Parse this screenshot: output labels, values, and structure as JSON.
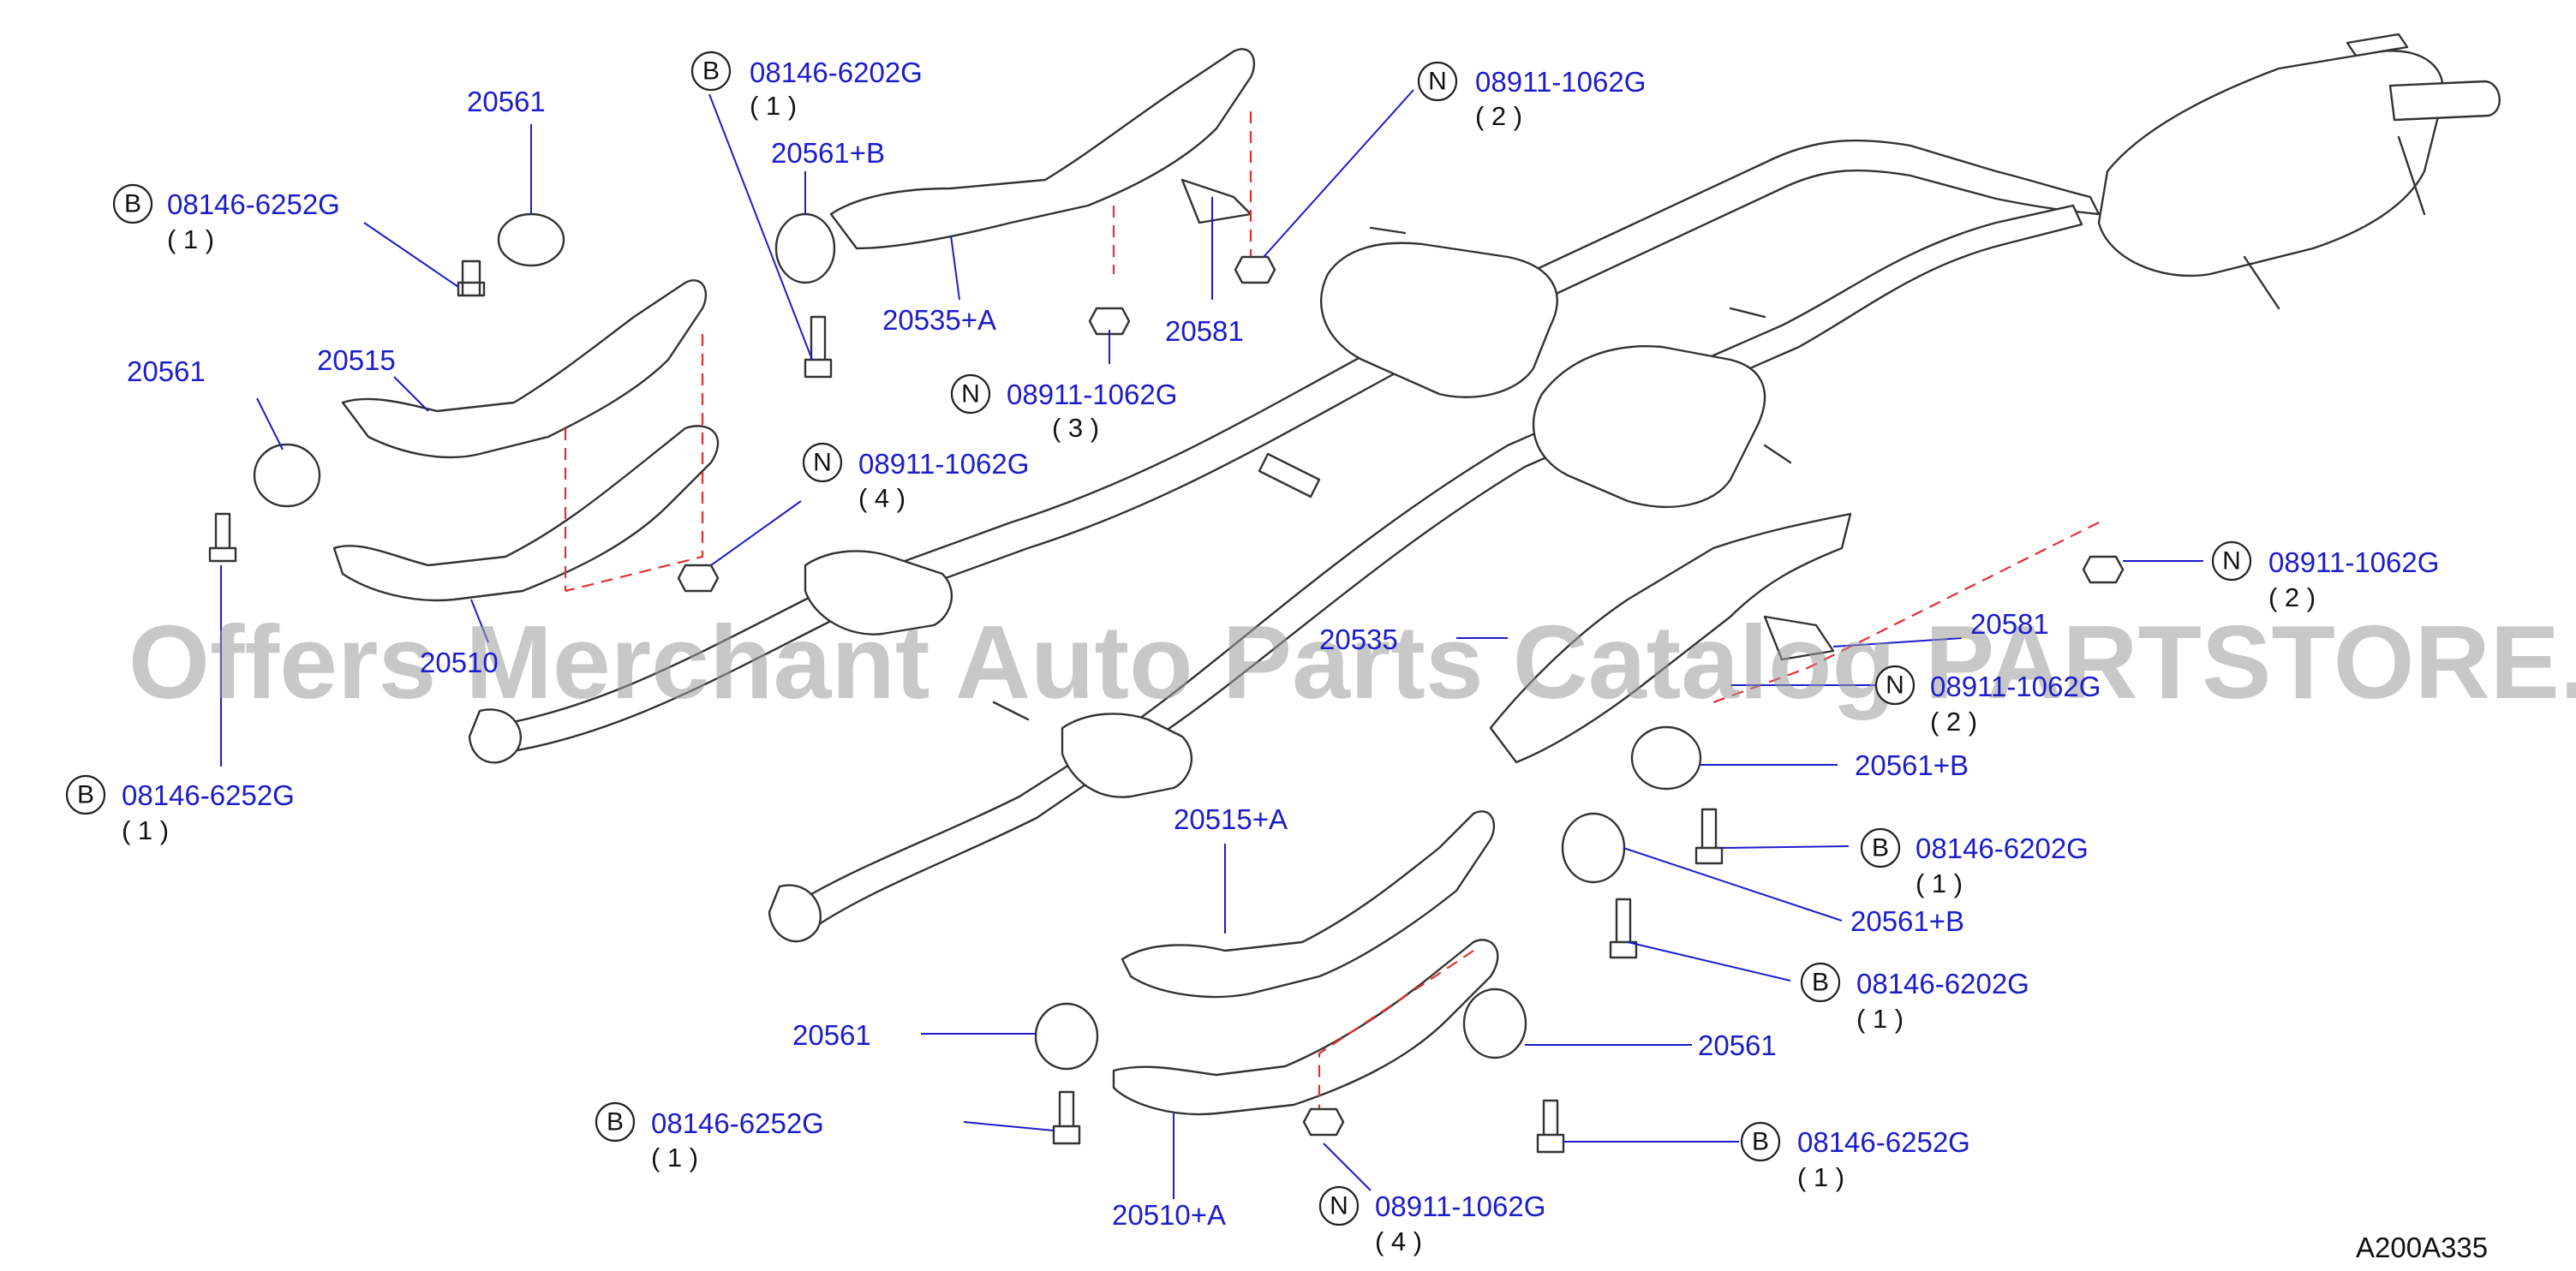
{
  "labels": {
    "l1": "20561",
    "l2": "08146-6252G",
    "l3": "( 1 )",
    "l4": "08146-6202G",
    "l5": "( 1 )",
    "l6": "20561+B",
    "l7": "20535+A",
    "l8": "08911-1062G",
    "l9": "( 2 )",
    "l10": "20581",
    "l11": "08911-1062G",
    "l12": "( 3 )",
    "l13": "20561",
    "l14": "20515",
    "l15": "08911-1062G",
    "l16": "( 4 )",
    "l17": "20510",
    "l18": "08146-6252G",
    "l19": "( 1 )",
    "l20": "08911-1062G",
    "l21": "( 2 )",
    "l22": "20535",
    "l23": "20581",
    "l24": "08911-1062G",
    "l25": "( 2 )",
    "l26": "20561+B",
    "l27": "08146-6202G",
    "l28": "( 1 )",
    "l29": "20515+A",
    "l30": "20561+B",
    "l31": "08146-6202G",
    "l32": "( 1 )",
    "l33": "20561",
    "l34": "20561",
    "l35": "08146-6252G",
    "l36": "( 1 )",
    "l37": "08146-6252G",
    "l38": "( 1 )",
    "l39": "20510+A",
    "l40": "08911-1062G",
    "l41": "( 4 )"
  },
  "badges": {
    "bolt": "B",
    "nut": "N"
  },
  "watermark": "Offers Merchant Auto Parts Catalog PARTSTORE.SA",
  "diagram_code": "A200A335",
  "colors": {
    "label": "#1c1ccc",
    "line": "#333333",
    "dashed_guide": "#e03030",
    "watermark": "#9a9a9a"
  }
}
